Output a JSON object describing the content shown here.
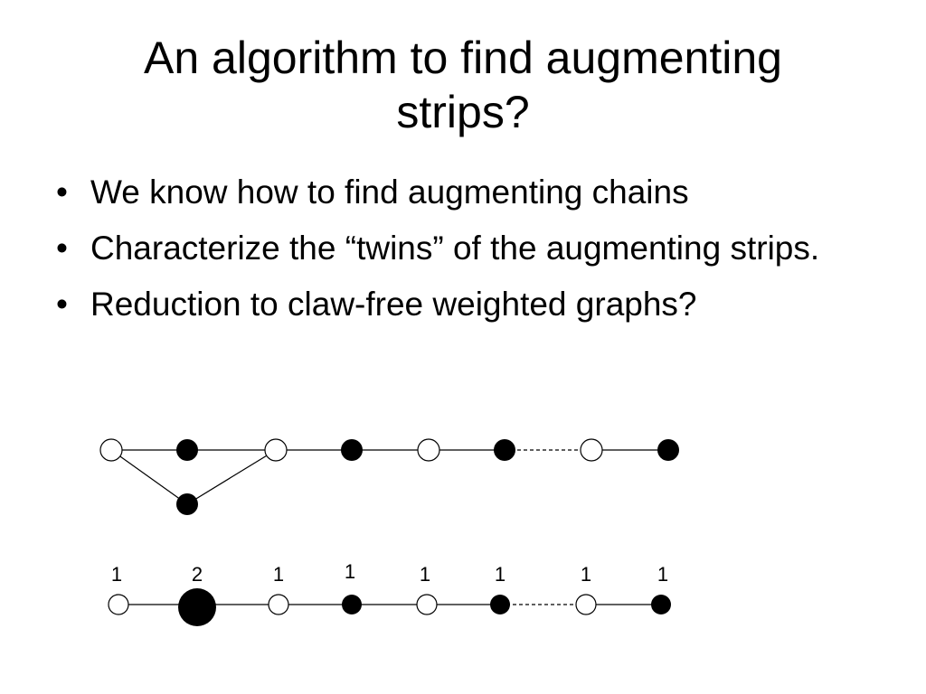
{
  "slide": {
    "title_line1": "An algorithm to find augmenting",
    "title_line2": "strips?",
    "bullets": [
      "We know how to find augmenting chains",
      "Characterize the “twins” of the augmenting strips.",
      "Reduction to claw-free weighted graphs?"
    ]
  },
  "diagram": {
    "top_graph": {
      "nodes": [
        {
          "id": "a",
          "filled": false
        },
        {
          "id": "b",
          "filled": true
        },
        {
          "id": "c",
          "filled": false
        },
        {
          "id": "d",
          "filled": true
        },
        {
          "id": "e",
          "filled": false
        },
        {
          "id": "f",
          "filled": true
        },
        {
          "id": "g",
          "filled": false
        },
        {
          "id": "h",
          "filled": true
        },
        {
          "id": "claw",
          "filled": true
        }
      ],
      "edges": [
        [
          "a",
          "b",
          "solid"
        ],
        [
          "b",
          "c",
          "solid"
        ],
        [
          "c",
          "d",
          "solid"
        ],
        [
          "d",
          "e",
          "solid"
        ],
        [
          "e",
          "f",
          "solid"
        ],
        [
          "f",
          "g",
          "dashed"
        ],
        [
          "g",
          "h",
          "solid"
        ],
        [
          "a",
          "claw",
          "solid"
        ],
        [
          "c",
          "claw",
          "solid"
        ]
      ]
    },
    "bottom_graph": {
      "weights": [
        "1",
        "2",
        "1",
        "1",
        "1",
        "1",
        "1",
        "1"
      ],
      "filled": [
        false,
        true,
        false,
        true,
        false,
        true,
        false,
        true
      ],
      "edge_styles": [
        "solid",
        "solid",
        "solid",
        "solid",
        "solid",
        "dashed",
        "solid"
      ]
    }
  }
}
